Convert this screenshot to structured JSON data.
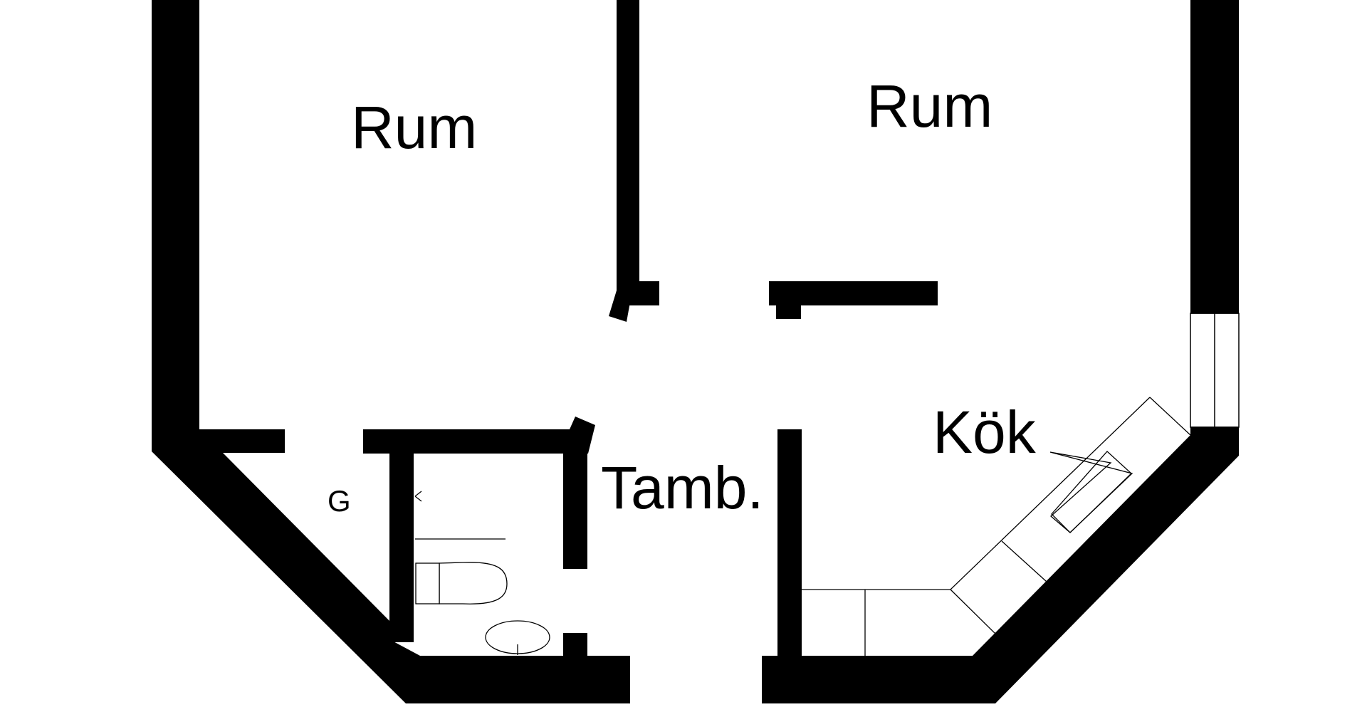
{
  "floorplan": {
    "rooms": {
      "room_left": "Rum",
      "room_right": "Rum",
      "kitchen": "Kök",
      "vestibule": "Tamb.",
      "closet": "G"
    },
    "colors": {
      "wall": "#000000",
      "background": "#ffffff",
      "fixture_line": "#000000"
    }
  }
}
